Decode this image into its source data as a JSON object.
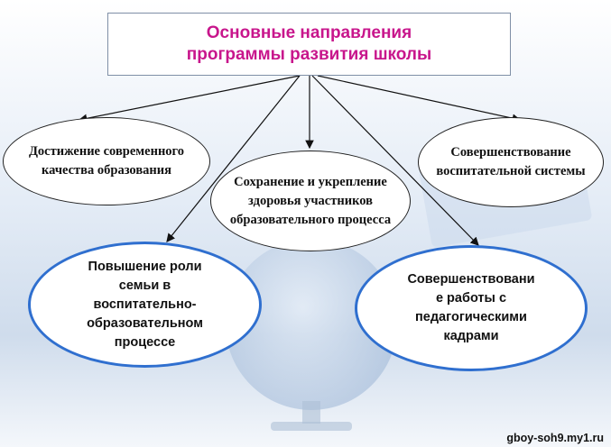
{
  "title": "Основные направления\nпрограммы развития школы",
  "nodes": {
    "quality": "Достижение современного\nкачества образования",
    "health": "Сохранение и укрепление\nздоровья участников\nобразовательного процесса",
    "upbringing": "Совершенствование\nвоспитательной системы",
    "family": "Повышение роли\nсемьи в\nвоспитательно-\nобразовательном\nпроцессе",
    "staff": "Совершенствовани\nе работы с\nпедагогическими\nкадрами"
  },
  "footer": "gboy-soh9.my1.ru",
  "colors": {
    "title": "#c8168c",
    "blue_border": "#2f6fcf"
  }
}
